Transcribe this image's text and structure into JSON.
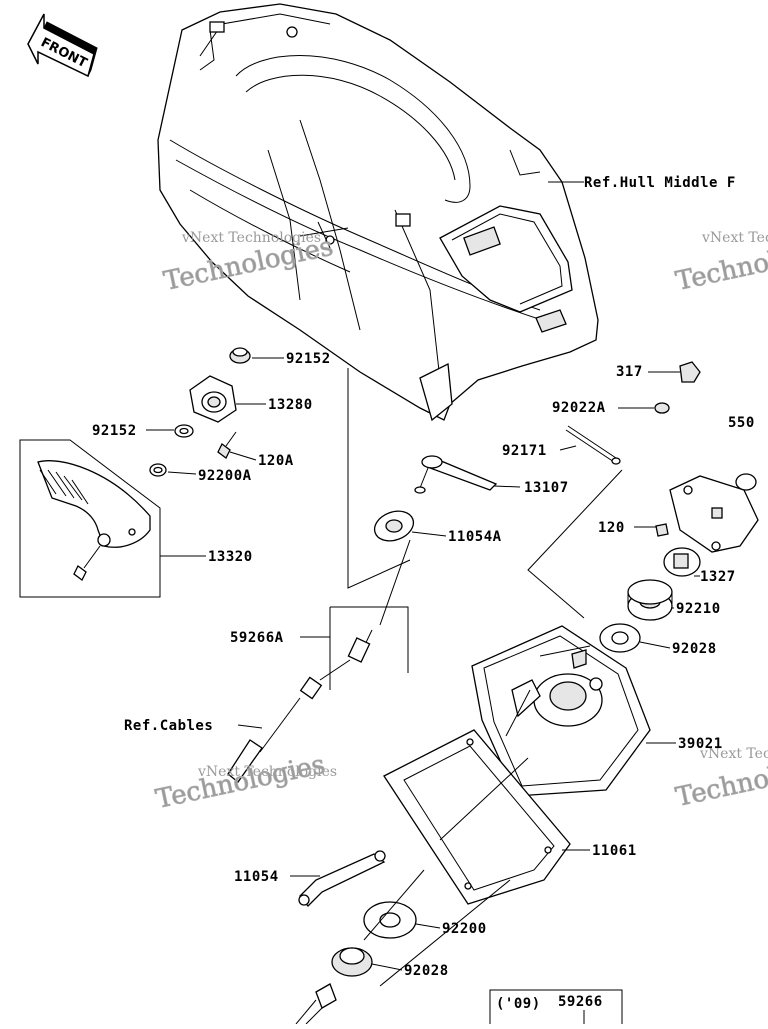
{
  "front_tag": "FRONT",
  "references": {
    "hull": "Ref.Hull Middle F",
    "cables": "Ref.Cables"
  },
  "part_labels": {
    "p92152_top": "92152",
    "p13280": "13280",
    "p92152_left": "92152",
    "p120A": "120A",
    "p92200A": "92200A",
    "p13320": "13320",
    "p13107": "13107",
    "p11054A": "11054A",
    "p59266A": "59266A",
    "p317": "317",
    "p92022A": "92022A",
    "p92171": "92171",
    "p550": "550",
    "p120": "120",
    "p1327": "1327",
    "p92210": "92210",
    "p92028_right": "92028",
    "p39021": "39021",
    "p11061": "11061",
    "p11054": "11054",
    "p92200": "92200",
    "p92028_bottom": "92028"
  },
  "year_box": {
    "year": "('09)",
    "part": "59266"
  },
  "watermark": {
    "line1": "vNext Technologies",
    "line2": "Technologies"
  }
}
